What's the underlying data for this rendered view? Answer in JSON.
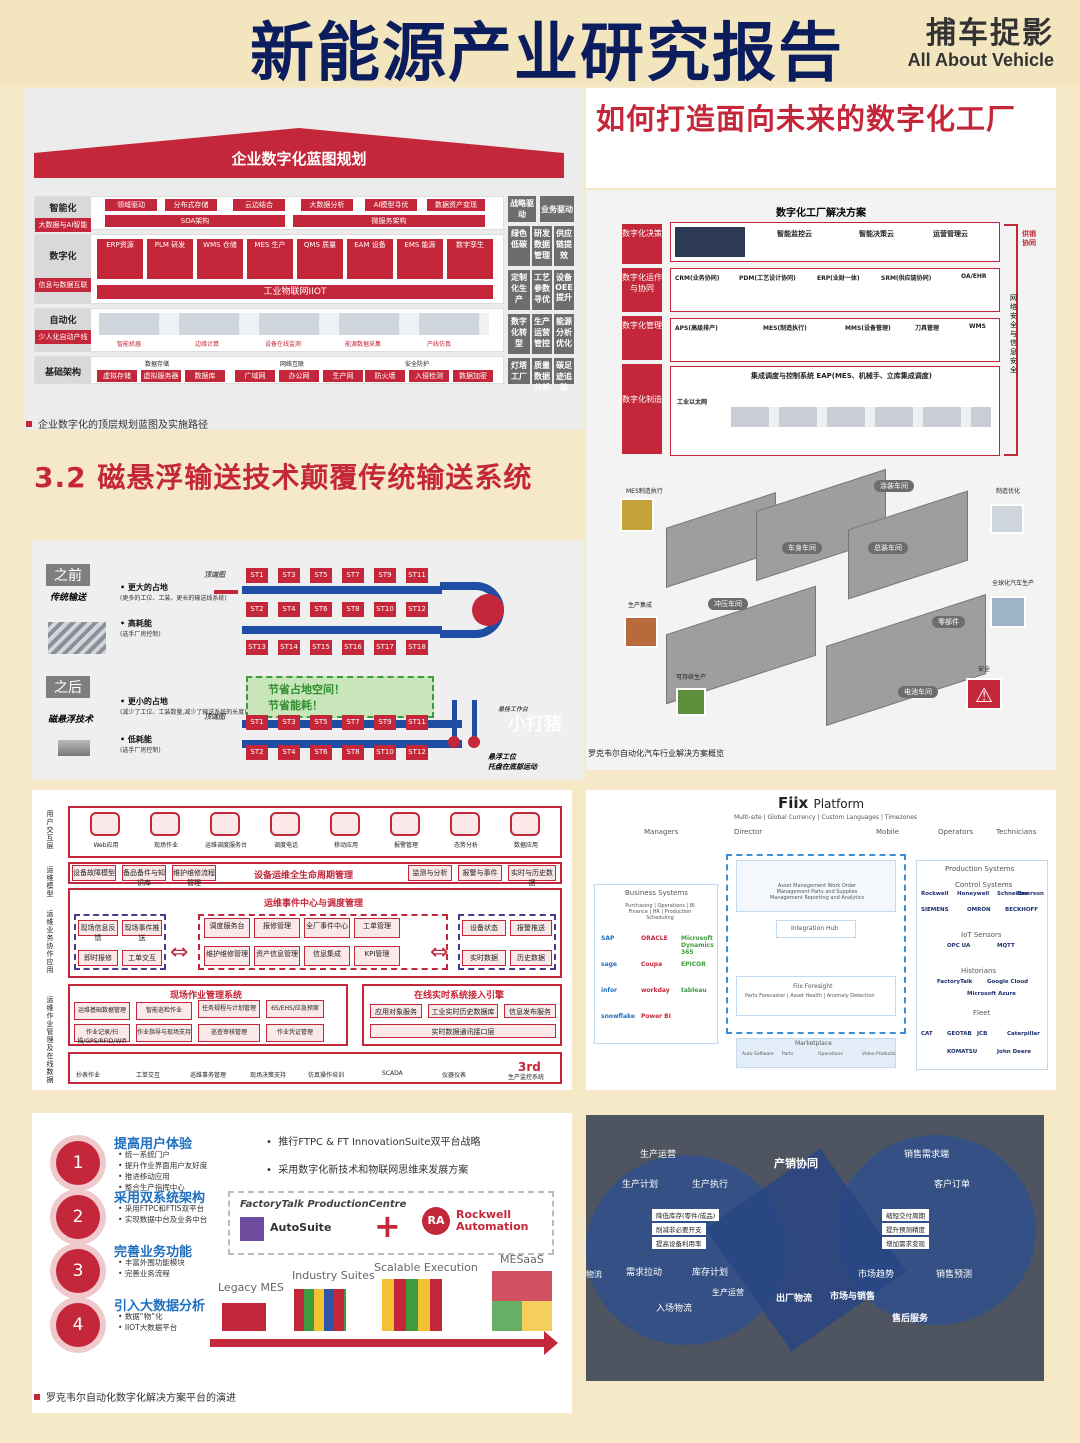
{
  "header": {
    "title": "新能源产业研究报告",
    "logo_cn": "捕车捉影",
    "logo_en": "All About Vehicle"
  },
  "blueprint": {
    "title": "企业数字化蓝图规划",
    "caption": "企业数字化的顶层规划蓝图及实施路径",
    "rows": [
      {
        "label": "智能化",
        "sub": "大数据与AI智能",
        "chips": [
          "领域驱动",
          "分布式存储",
          "云边结合",
          "大数据分析",
          "AI模型寻优",
          "数据资产变现"
        ],
        "bar1": "SOA架构",
        "bar2": "微服务架构"
      },
      {
        "label": "数字化",
        "sub": "信息与数据互联",
        "chips": [
          "ERP资源",
          "PLM 研发",
          "WMS 仓储",
          "MES 生产",
          "QMS 质量",
          "EAM 设备",
          "EMS 能源",
          "数字孪生"
        ],
        "bar": "工业物联网IIOT"
      },
      {
        "label": "自动化",
        "sub": "少人化自动产线",
        "chips": [
          "智能机器",
          "边缘计算",
          "设备在线监测",
          "能源数据采集",
          "产线仿真"
        ]
      },
      {
        "label": "基础架构",
        "chips": [
          "数据存储",
          "网络互联",
          "安全防护"
        ],
        "subchips": [
          "虚拟存储",
          "虚拟服务器",
          "数据库",
          "广域网",
          "办公网",
          "生产网",
          "防火墙",
          "入侵检测",
          "数据加密"
        ]
      }
    ],
    "side_head": [
      "战略驱动",
      "业务驱动"
    ],
    "side": [
      "绿色低碳",
      "研发数据管理",
      "供应链提效",
      "定制化生产",
      "工艺参数寻优",
      "设备OEE提升",
      "数字化转型",
      "生产运营管控",
      "能源分析优化",
      "灯塔工厂",
      "质量数据分析",
      "碳足迹追踪"
    ]
  },
  "section32": {
    "title": "3.2 磁悬浮输送技术颠覆传统输送系统"
  },
  "maglev": {
    "before": "之前",
    "before_sub": "传统输送",
    "before_b1": "更大的占地",
    "before_b1s": "(更多的工位、工装、更长的输送线系统)",
    "before_b2": "高耗能",
    "before_b2s": "(选手厂房控制)",
    "after": "之后",
    "after_sub": "磁悬浮技术",
    "after_b1": "更小的占地",
    "after_b1s": "(减少了工位、工装数量,减少了输送系统的长度)",
    "after_b2": "低耗能",
    "after_b2s": "(选手厂房控制)",
    "green1": "节省占地空间！",
    "green2": "节省能耗！",
    "label_top": "顶端图",
    "label_wzh": "悬挂工作台",
    "label_xf": "悬浮工位",
    "label_tp": "托盘在底部运动",
    "label_watermark": "小打猪",
    "stations_before_row1": [
      "ST1",
      "ST3",
      "ST5",
      "ST7",
      "ST9",
      "ST11"
    ],
    "stations_before_row2": [
      "ST2",
      "ST4",
      "ST6",
      "ST8",
      "ST10",
      "ST12"
    ],
    "stations_before_row3": [
      "ST13",
      "ST14",
      "ST15",
      "ST16",
      "ST17",
      "ST18"
    ],
    "stations_after_row1": [
      "ST1",
      "ST3",
      "ST5",
      "ST7",
      "ST9",
      "ST11"
    ],
    "stations_after_row2": [
      "ST2",
      "ST4",
      "ST6",
      "ST8",
      "ST10",
      "ST12"
    ]
  },
  "right_top": {
    "title": "如何打造面向未来的数字化工厂"
  },
  "solution": {
    "title": "数字化工厂解决方案",
    "left": [
      "数字化决策",
      "数字化运作与协同",
      "数字化管理",
      "数字化制造"
    ],
    "modules_r1": [
      "智能监控云",
      "智能决策云",
      "运营管理云"
    ],
    "modules_r2": [
      "CRM(业务协同)",
      "PDM(工艺设计协同)",
      "ERP(业财一体)",
      "SRM(供应链协同)",
      "OA/EHR"
    ],
    "modules_r3": [
      "APS(高级排产)",
      "MES(制造执行)",
      "MMS(设备管理)",
      "刀具管理",
      "WMS"
    ],
    "eap": "集成调度与控制系统 EAP(MES、机械手、立库集成调度)",
    "right_side": "供销协同",
    "right_side2": "网络安全与信息安全",
    "iiot": "工业以太网",
    "caption": "罗克韦尔自动化汽车行业解决方案概览",
    "plant_labels": [
      "涂装车间",
      "车身车间",
      "总装车间",
      "冲压车间",
      "零部件",
      "电池车间"
    ],
    "side_icons": [
      "MES制造执行",
      "制造优化",
      "生产集成",
      "全球化汽车生产",
      "可持续生产",
      "安全"
    ]
  },
  "ops": {
    "user_layer": "用户交互层",
    "user_items": [
      "Web应用",
      "现场作业",
      "运维调度服务台",
      "调度电话",
      "移动应用",
      "报警管理",
      "态势分析",
      "数据应用"
    ],
    "ops_model": "运维模型",
    "model_items": [
      "设备故障模型",
      "备品备件与知识库",
      "维护维修流程管理"
    ],
    "lifecycle": "设备运维全生命周期管理",
    "model_items_r": [
      "监测与分析",
      "报警与事件",
      "实时与历史数据"
    ],
    "event_center": "运维事件中心与调度管理",
    "ec_left": [
      "现场信息反馈",
      "现场事件推送",
      "即时报修",
      "工单交互"
    ],
    "ec_mid": [
      "调度服务台",
      "报修管理",
      "全厂事件中心",
      "工单管理",
      "维护维修管理",
      "资产信息管理",
      "信息集成",
      "KPI管理"
    ],
    "ec_right": [
      "设备状态",
      "报警推送",
      "实时数据",
      "历史数据"
    ],
    "field_sys": "现场作业管理系统",
    "field_items": [
      "运维基础数据管理",
      "智能巡检作业",
      "任务规程与计划管理",
      "6S/EHS/应急预案",
      "作业记录/扫描/GPS/RFID/Wifi",
      "作业指导与现场支持",
      "巡查审核管理",
      "作业凭证管理"
    ],
    "online_sys": "在线实时系统接入引擎",
    "online_items": [
      "应用对象服务",
      "工业实时历史数据库",
      "信息发布服务",
      "实时数据通讯接口层"
    ],
    "bottom": [
      "抄表作业",
      "工单交互",
      "巡维事务管理",
      "现场决策支持",
      "仿真操作培训",
      "SCADA",
      "仪器仪表",
      "3rd",
      "生产监控系统"
    ],
    "vert_left": [
      "运维业务协作应用",
      "运维作业管理及在线数据"
    ]
  },
  "fiix": {
    "logo": "Fiix",
    "logo2": "Platform",
    "sub": "Multi-site | Global Currency | Custom Languages | Timezones",
    "roles": [
      "Managers",
      "Director",
      "Mobile",
      "Operators",
      "Technicians"
    ],
    "business": "Business Systems",
    "business_sub": "Purchasing | Operations | BI Finance | HR | Production Scheduling",
    "vendors_left": [
      "SAP",
      "ORACLE",
      "Microsoft Dynamics 365",
      "sage",
      "Coupa",
      "EPICOR",
      "infor",
      "workday",
      "tableau",
      "snowflake",
      "Power BI"
    ],
    "center1": "Asset Management Work Order Management Parts and Supplies Management Reporting and Analytics",
    "center2": "Integration Hub",
    "center3": "Fiix Foresight",
    "center3_sub": "Parts Forecaster | Asset Health | Anomaly Detection",
    "marketplace": "Marketplace",
    "market_items": [
      "Auto Software",
      "Parts",
      "Operations",
      "Video Products"
    ],
    "prod": "Production Systems",
    "control": "Control Systems",
    "iot": "IoT Sensors",
    "historians": "Historians",
    "fleet": "Fleet",
    "vendors_right": [
      "Rockwell",
      "Honeywell",
      "Schneider",
      "Emerson",
      "SIEMENS",
      "OMRON",
      "BECKHOFF",
      "OPC UA",
      "MQTT",
      "FactoryTalk",
      "Google Cloud",
      "Microsoft Azure",
      "CAT",
      "GEOTAB",
      "JCB",
      "Caterpillar",
      "KOMATSU",
      "John Deere"
    ]
  },
  "evolution": {
    "items": [
      {
        "n": "1",
        "h": "提高用户体验",
        "b": [
          "统一系统门户",
          "提升作业界面用户友好度",
          "推进移动应用",
          "整合生产指挥中心"
        ]
      },
      {
        "n": "2",
        "h": "采用双系统架构",
        "b": [
          "采用FTPC和FTIS双平台",
          "实现数据中台及业务中台"
        ]
      },
      {
        "n": "3",
        "h": "完善业务功能",
        "b": [
          "丰富外围功能模块",
          "完善业务流程"
        ]
      },
      {
        "n": "4",
        "h": "引入大数据分析",
        "b": [
          "数据“物”化",
          "IIOT大数据平台"
        ]
      }
    ],
    "points": [
      "推行FTPC & FT InnovationSuite双平台战略",
      "采用数字化新技术和物联网思维来发展方案"
    ],
    "ft_logo": "FactoryTalk ProductionCentre",
    "autosuite": "AutoSuite",
    "rockwell": "Rockwell Automation",
    "stages": [
      "Legacy MES",
      "Industry Suites",
      "Scalable Execution",
      "MESaaS"
    ],
    "caption": "罗克韦尔自动化数字化解决方案平台的演进"
  },
  "supply": {
    "labels": [
      "生产运营",
      "销售需求端",
      "产销协同",
      "生产计划",
      "生产执行",
      "客户订单",
      "降低库存(零件/成品)",
      "削减非必要开支",
      "提高设备利用率",
      "缩短交付周期",
      "提升预测精度",
      "增加需求变现",
      "需求拉动",
      "库存计划",
      "市场趋势",
      "销售预测",
      "入场物流",
      "生产运营",
      "出厂物流",
      "市场与销售",
      "售后服务",
      "物流"
    ]
  },
  "colors": {
    "brand_red": "#c5273a",
    "navy": "#0c1d5e",
    "blue": "#1f4da3"
  }
}
